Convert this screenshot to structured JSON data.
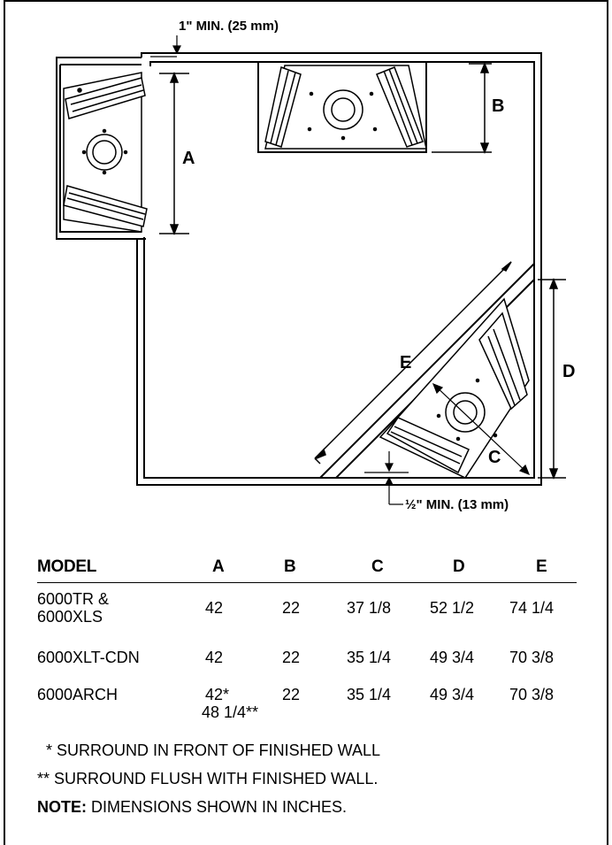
{
  "labels": {
    "min_top": "1\" MIN. (25 mm)",
    "min_bottom": "½\" MIN. (13 mm)",
    "A": "A",
    "B": "B",
    "C": "C",
    "D": "D",
    "E": "E"
  },
  "table": {
    "headers": [
      "MODEL",
      "A",
      "B",
      "C",
      "D",
      "E"
    ],
    "rows": [
      {
        "model": "6000TR &\n6000XLS",
        "model_line1": "6000TR &",
        "model_line2": "6000XLS",
        "a": "42",
        "a2": "",
        "b": "22",
        "c": "37 1/8",
        "d": "52 1/2",
        "e": "74 1/4"
      },
      {
        "model": "6000XLT-CDN",
        "model_line1": "6000XLT-CDN",
        "model_line2": "",
        "a": "42",
        "a2": "",
        "b": "22",
        "c": "35 1/4",
        "d": "49 3/4",
        "e": "70 3/8"
      },
      {
        "model": "6000ARCH",
        "model_line1": "6000ARCH",
        "model_line2": "",
        "a": "42*",
        "a2": "48 1/4**",
        "b": "22",
        "c": "35 1/4",
        "d": "49 3/4",
        "e": "70 3/8"
      }
    ]
  },
  "notes": {
    "line1": "* SURROUND IN FRONT OF FINISHED WALL",
    "line2": "** SURROUND FLUSH WITH FINISHED WALL.",
    "note_label": "NOTE:",
    "note_text": " DIMENSIONS SHOWN IN INCHES."
  }
}
